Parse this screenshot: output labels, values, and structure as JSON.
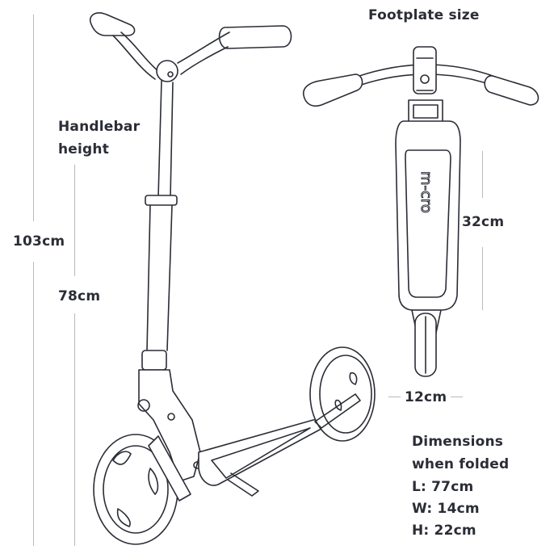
{
  "labels": {
    "footplate_title": "Footplate size",
    "handlebar_line1": "Handlebar",
    "handlebar_line2": "height",
    "total_height": "103cm",
    "deck_height": "78cm",
    "footplate_length": "32cm",
    "footplate_width": "12cm",
    "folded_title_line1": "Dimensions",
    "folded_title_line2": "when folded",
    "folded_length": "L: 77cm",
    "folded_width": "W: 14cm",
    "folded_height": "H: 22cm"
  },
  "brand": {
    "logo_text": "m-cro"
  },
  "colors": {
    "ink": "#2b2d36",
    "dimension_line": "#b9b9bd",
    "background": "#ffffff"
  }
}
